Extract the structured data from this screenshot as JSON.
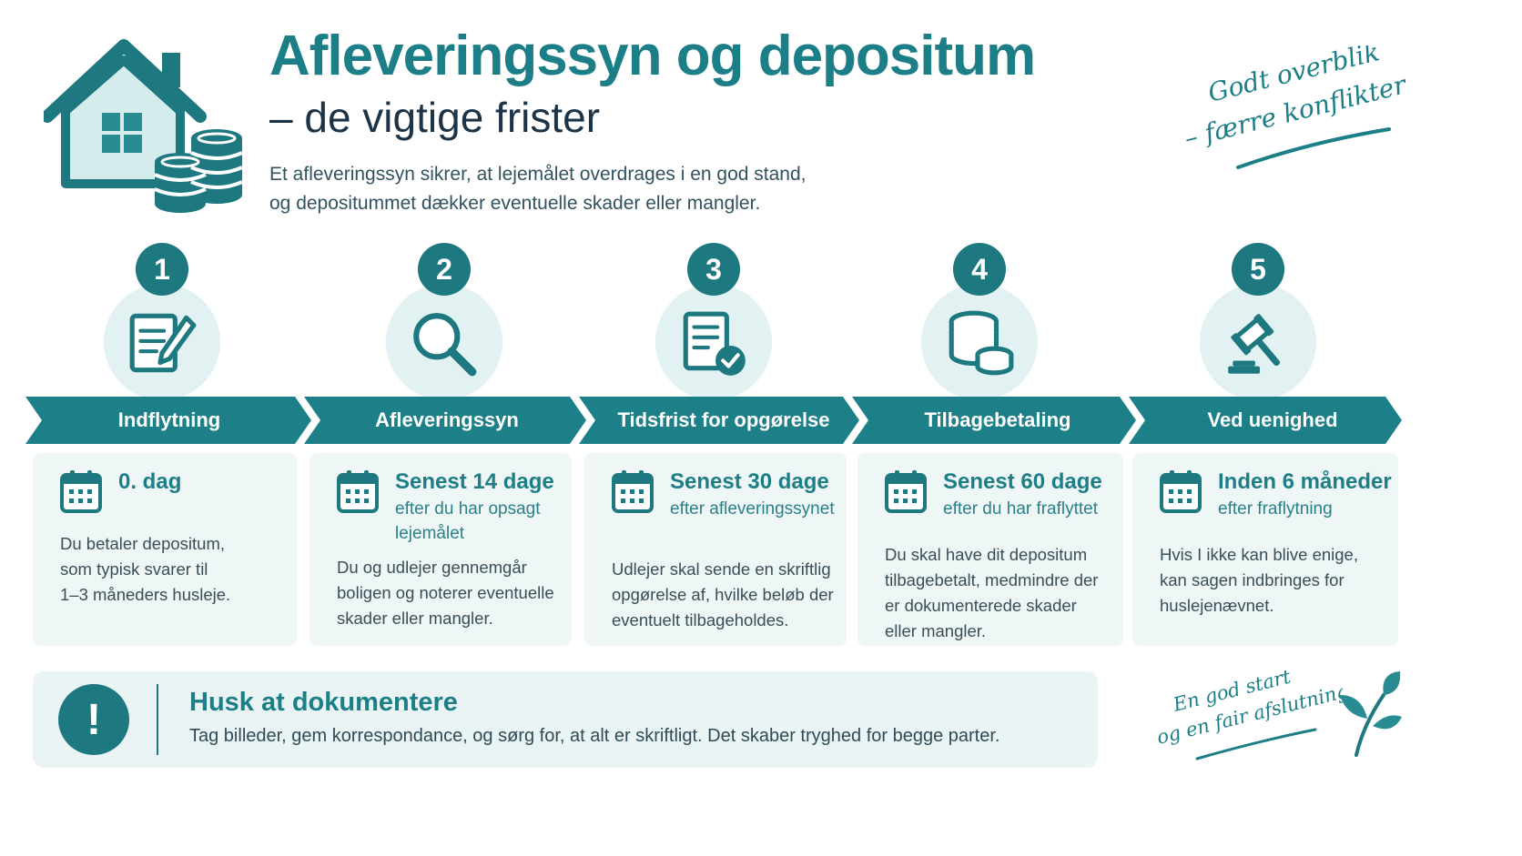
{
  "header": {
    "title": "Afleveringssyn og depositum",
    "subtitle": "– de vigtige frister",
    "intro_lines": [
      "Et afleveringssyn sikrer, at lejemålet overdrages i en god stand,",
      "og depositummet dækker eventuelle skader eller mangler."
    ],
    "tagline_lines": [
      "Godt overblik",
      "– færre konflikter"
    ]
  },
  "steps": [
    {
      "number": "1",
      "label": "Indflytning",
      "icon": "document-pen-icon",
      "deadline": "0. dag",
      "deadline_sub": [],
      "description": [
        "Du betaler depositum,",
        "som typisk svarer til",
        "1–3 måneders husleje."
      ]
    },
    {
      "number": "2",
      "label": "Afleveringssyn",
      "icon": "magnifier-icon",
      "deadline": "Senest 14 dage",
      "deadline_sub": [
        "efter du har opsagt",
        "lejemålet"
      ],
      "description": [
        "Du og udlejer gennemgår",
        "boligen og noterer eventuelle",
        "skader eller mangler."
      ]
    },
    {
      "number": "3",
      "label": "Tidsfrist for opgørelse",
      "icon": "document-check-icon",
      "deadline": "Senest 30 dage",
      "deadline_sub": [
        "efter afleveringssynet"
      ],
      "description": [
        "Udlejer skal sende en skriftlig",
        "opgørelse af, hvilke beløb der",
        "eventuelt tilbageholdes."
      ]
    },
    {
      "number": "4",
      "label": "Tilbagebetaling",
      "icon": "coins-icon",
      "deadline": "Senest 60 dage",
      "deadline_sub": [
        "efter du har fraflyttet"
      ],
      "description": [
        "Du skal have dit depositum",
        "tilbagebetalt, medmindre der",
        "er dokumenterede skader",
        "eller mangler."
      ]
    },
    {
      "number": "5",
      "label": "Ved uenighed",
      "icon": "gavel-icon",
      "deadline": "Inden 6 måneder",
      "deadline_sub": [
        "efter fraflytning"
      ],
      "description": [
        "Hvis I ikke kan blive enige,",
        "kan sagen indbringes for",
        "huslejenævnet."
      ]
    }
  ],
  "reminder": {
    "icon": "exclamation-icon",
    "title": "Husk at dokumentere",
    "text": "Tag billeder, gem korrespondance, og sørg for, at alt er skriftligt. Det skaber tryghed for begge parter."
  },
  "footer": {
    "tagline_lines": [
      "En god start",
      "og en fair afslutning"
    ],
    "icon": "plant-icon"
  },
  "colors": {
    "teal_dark": "#1d7880",
    "teal_text": "#1c7f87",
    "teal_light": "#e2f1f1",
    "card_bg": "#eef6f6",
    "navy": "#1d3447"
  }
}
